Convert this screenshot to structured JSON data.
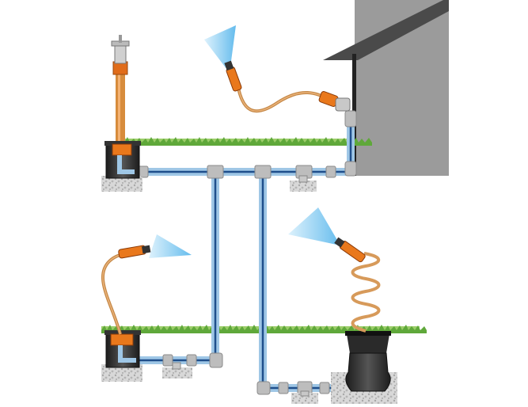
{
  "diagram": {
    "colors": {
      "background": "#ffffff",
      "grass": "#5fa83a",
      "grass_light": "#9ccd6a",
      "pipe": "#b8d6ee",
      "pipe_core": "#1f4f8b",
      "fitting": "#b9b9b9",
      "hose": "#d79a5a",
      "nozzle_orange": "#e9781c",
      "spray": "#7fc8f0",
      "house": "#9a9a9a",
      "roof": "#4d4d4d",
      "box": "#2a2a2a",
      "gravel": "#d2d2d2"
    },
    "components": [
      {
        "name": "tap-column",
        "icon": "faucet-icon"
      },
      {
        "name": "ground-box-left-upper",
        "icon": "water-box-icon"
      },
      {
        "name": "ground-box-left-lower",
        "icon": "water-box-icon"
      },
      {
        "name": "hose-reel-pit",
        "icon": "hose-reel-icon"
      },
      {
        "name": "house-wall-connector",
        "icon": "house-icon"
      },
      {
        "name": "spray-nozzle-top",
        "icon": "spray-nozzle-icon"
      },
      {
        "name": "spray-nozzle-left",
        "icon": "spray-nozzle-icon"
      },
      {
        "name": "spray-nozzle-right",
        "icon": "spray-nozzle-icon"
      },
      {
        "name": "drain-valves",
        "icon": "drain-valve-icon"
      }
    ]
  }
}
